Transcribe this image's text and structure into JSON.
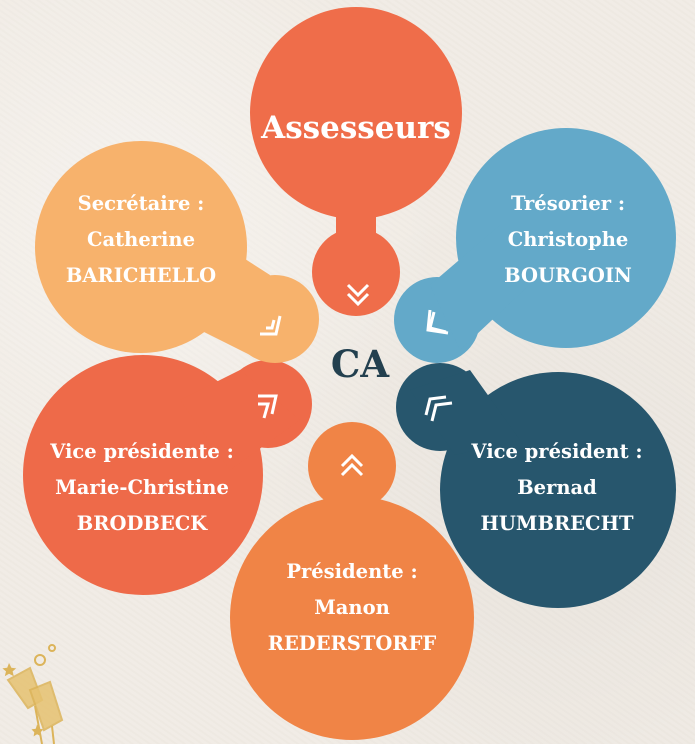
{
  "center": {
    "label": "CA"
  },
  "nodes": {
    "top": {
      "lines": [
        "Assesseurs"
      ],
      "color": "#ef6d4a"
    },
    "top_right": {
      "lines": [
        "Trésorier :",
        "Christophe",
        "BOURGOIN"
      ],
      "color": "#63a9c9"
    },
    "bottom_right": {
      "lines": [
        "Vice président :",
        "Bernad",
        "HUMBRECHT"
      ],
      "color": "#27566d"
    },
    "bottom": {
      "lines": [
        "Présidente :",
        "Manon",
        "REDERSTORFF"
      ],
      "color": "#f08446"
    },
    "bottom_left": {
      "lines": [
        "Vice présidente :",
        "Marie-Christine",
        "BRODBECK"
      ],
      "color": "#ee6a49"
    },
    "top_left": {
      "lines": [
        "Secrétaire :",
        "Catherine",
        "BARICHELLO"
      ],
      "color": "#f7b26c"
    }
  },
  "arrow_icons": [
    "chevron-down-double-icon",
    "chevron-double-icon",
    "chevron-double-icon",
    "chevron-up-double-icon",
    "chevron-double-icon",
    "chevron-double-icon"
  ],
  "decoration": {
    "icon": "champagne-glasses-icon",
    "color": "#dcb45a"
  }
}
